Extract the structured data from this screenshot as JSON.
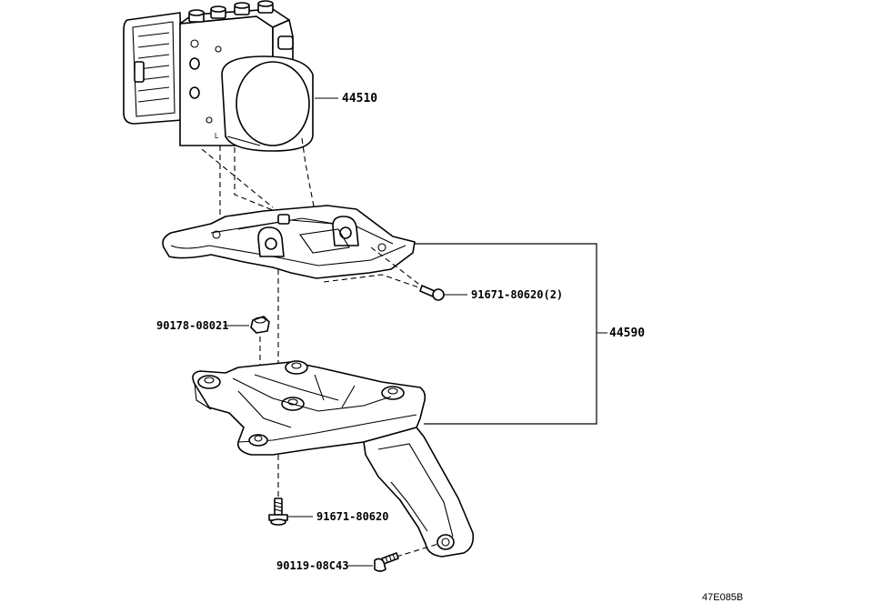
{
  "labels": {
    "actuator": "44510",
    "bracket_assy": "44590",
    "bolt_upper": "91671-80620(2)",
    "nut": "90178-08021",
    "bolt_lower": "91671-80620",
    "bolt_side": "90119-08C43"
  },
  "illustration_code": "47E085B"
}
